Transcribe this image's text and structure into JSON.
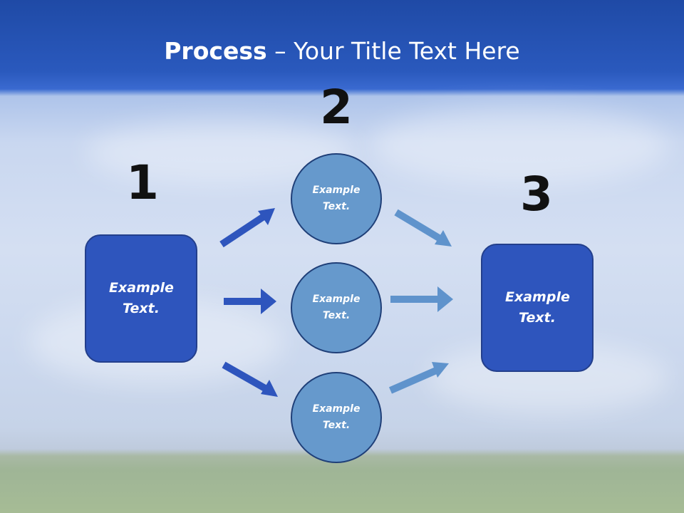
{
  "title": {
    "bold": "Process",
    "rest": " – Your Title Text Here"
  },
  "steps": {
    "one": "1",
    "two": "2",
    "three": "3"
  },
  "left_box": {
    "label": "Example Text."
  },
  "circles": [
    {
      "label": "Example Text."
    },
    {
      "label": "Example Text."
    },
    {
      "label": "Example Text."
    }
  ],
  "right_box": {
    "label": "Example Text."
  },
  "colors": {
    "box_fill": "#2e55bd",
    "circle_fill": "#6699cc",
    "arrow_dark": "#2e55bd",
    "arrow_light": "#5f93cc"
  }
}
